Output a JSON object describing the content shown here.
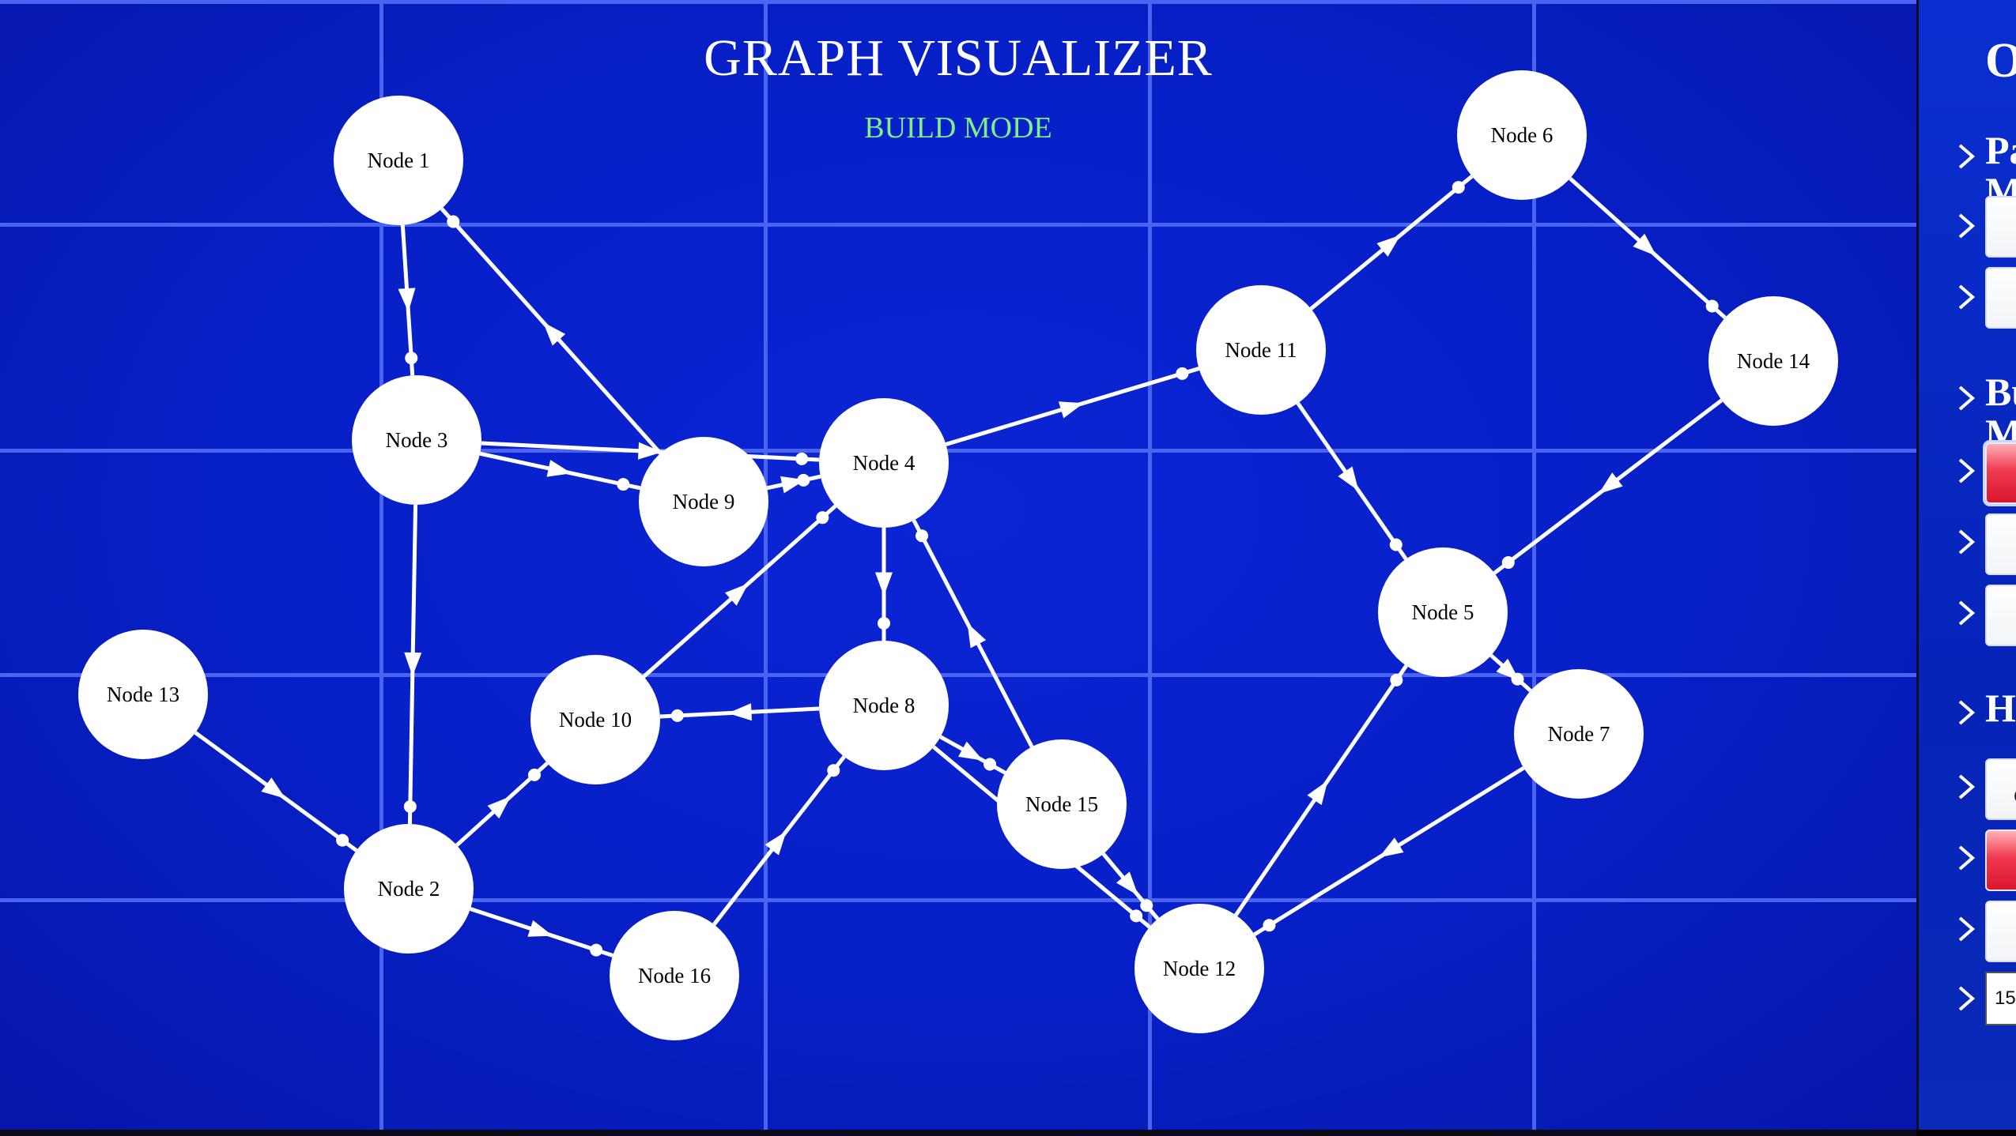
{
  "header": {
    "title": "GRAPH VISUALIZER",
    "mode": "BUILD MODE",
    "mode_color": "#7ef08a"
  },
  "graph": {
    "nodes": [
      {
        "id": 1,
        "label": "Node 1"
      },
      {
        "id": 2,
        "label": "Node 2"
      },
      {
        "id": 3,
        "label": "Node 3"
      },
      {
        "id": 4,
        "label": "Node 4"
      },
      {
        "id": 5,
        "label": "Node 5"
      },
      {
        "id": 6,
        "label": "Node 6"
      },
      {
        "id": 7,
        "label": "Node 7"
      },
      {
        "id": 8,
        "label": "Node 8"
      },
      {
        "id": 9,
        "label": "Node 9"
      },
      {
        "id": 10,
        "label": "Node 10"
      },
      {
        "id": 11,
        "label": "Node 11"
      },
      {
        "id": 12,
        "label": "Node 12"
      },
      {
        "id": 13,
        "label": "Node 13"
      },
      {
        "id": 14,
        "label": "Node 14"
      },
      {
        "id": 15,
        "label": "Node 15"
      },
      {
        "id": 16,
        "label": "Node 16"
      }
    ],
    "edges": [
      {
        "from": 9,
        "to": 1
      },
      {
        "from": 1,
        "to": 3
      },
      {
        "from": 3,
        "to": 4
      },
      {
        "from": 3,
        "to": 9
      },
      {
        "from": 9,
        "to": 4
      },
      {
        "from": 3,
        "to": 2
      },
      {
        "from": 13,
        "to": 2
      },
      {
        "from": 2,
        "to": 10
      },
      {
        "from": 2,
        "to": 16
      },
      {
        "from": 10,
        "to": 4
      },
      {
        "from": 8,
        "to": 10
      },
      {
        "from": 4,
        "to": 8
      },
      {
        "from": 15,
        "to": 4
      },
      {
        "from": 8,
        "to": 15
      },
      {
        "from": 16,
        "to": 8
      },
      {
        "from": 4,
        "to": 11
      },
      {
        "from": 11,
        "to": 6
      },
      {
        "from": 6,
        "to": 14
      },
      {
        "from": 11,
        "to": 5
      },
      {
        "from": 14,
        "to": 5
      },
      {
        "from": 5,
        "to": 7
      },
      {
        "from": 12,
        "to": 5
      },
      {
        "from": 7,
        "to": 12
      },
      {
        "from": 8,
        "to": 12
      },
      {
        "from": 15,
        "to": 12
      }
    ]
  },
  "panel": {
    "title": "O",
    "sections": [
      {
        "label": "Pa\nM"
      },
      {
        "label": "Bu\nM"
      },
      {
        "label": "He"
      }
    ],
    "buttons": [
      {
        "text": ""
      },
      {
        "text": ""
      },
      {
        "text": ""
      },
      {
        "text": ""
      },
      {
        "text": ""
      },
      {
        "text": "c"
      },
      {
        "text": ""
      },
      {
        "text": ""
      }
    ],
    "number_input_value": "15"
  },
  "colors": {
    "background": "#071fc6",
    "grid": "#4a63f0",
    "edge": "#ffffff",
    "node_fill": "#ffffff",
    "accent_red": "#e8223a"
  }
}
